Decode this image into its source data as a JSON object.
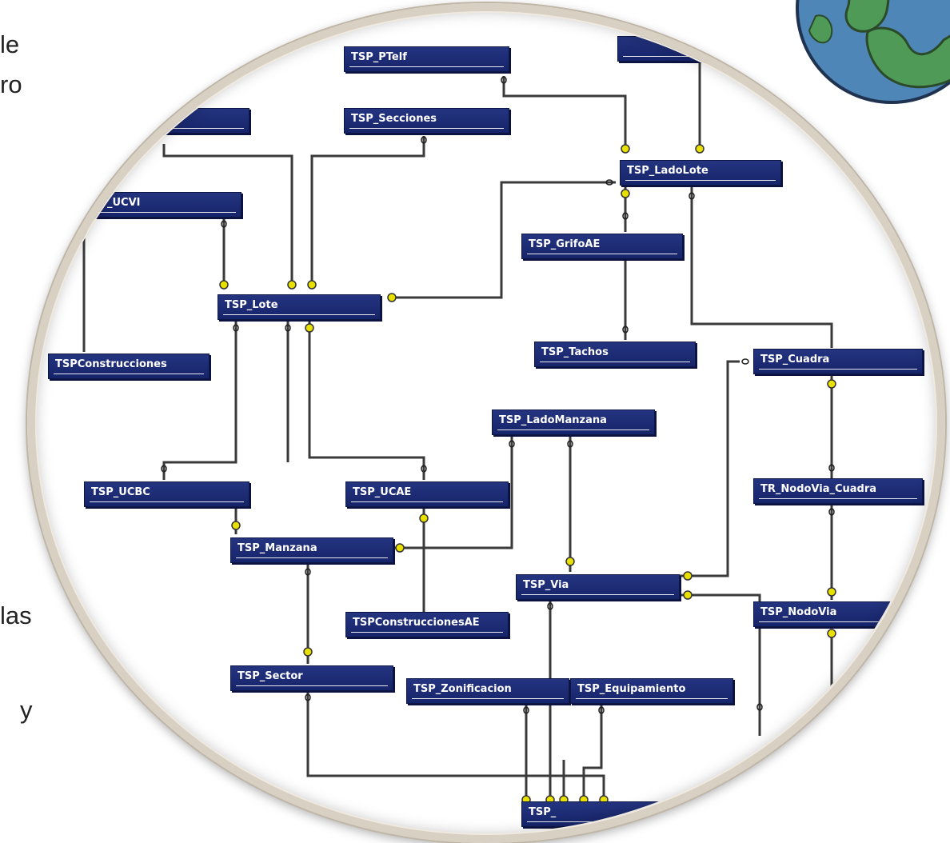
{
  "side_texts": [
    "le",
    "ro",
    "las",
    "y"
  ],
  "tables": {
    "ptelf": "TSP_PTelf",
    "secciones": "TSP_Secciones",
    "ucvi": "_UCVI",
    "ladolote": "TSP_LadoLote",
    "grifoae": "TSP_GrifoAE",
    "lote": "TSP_Lote",
    "construcciones": "TSPConstrucciones",
    "tachos": "TSP_Tachos",
    "cuadra": "TSP_Cuadra",
    "ladomanzana": "TSP_LadoManzana",
    "ucbc": "TSP_UCBC",
    "ucae": "TSP_UCAE",
    "nodovia_cuadra": "TR_NodoVia_Cuadra",
    "manzana": "TSP_Manzana",
    "via": "TSP_Via",
    "construccionesae": "TSPConstruccionesAE",
    "nodovia": "TSP_NodoVia",
    "sector": "TSP_Sector",
    "zonificacion": "TSP_Zonificacion",
    "equipamiento": "TSP_Equipamiento",
    "bottom": "TSP_"
  },
  "colors": {
    "table_bg": "#1b2a72",
    "connector": "#e8e000",
    "line": "#3a3a3a",
    "lens_rim": "#d8d0c3"
  },
  "icons": [
    "globe-icon"
  ]
}
